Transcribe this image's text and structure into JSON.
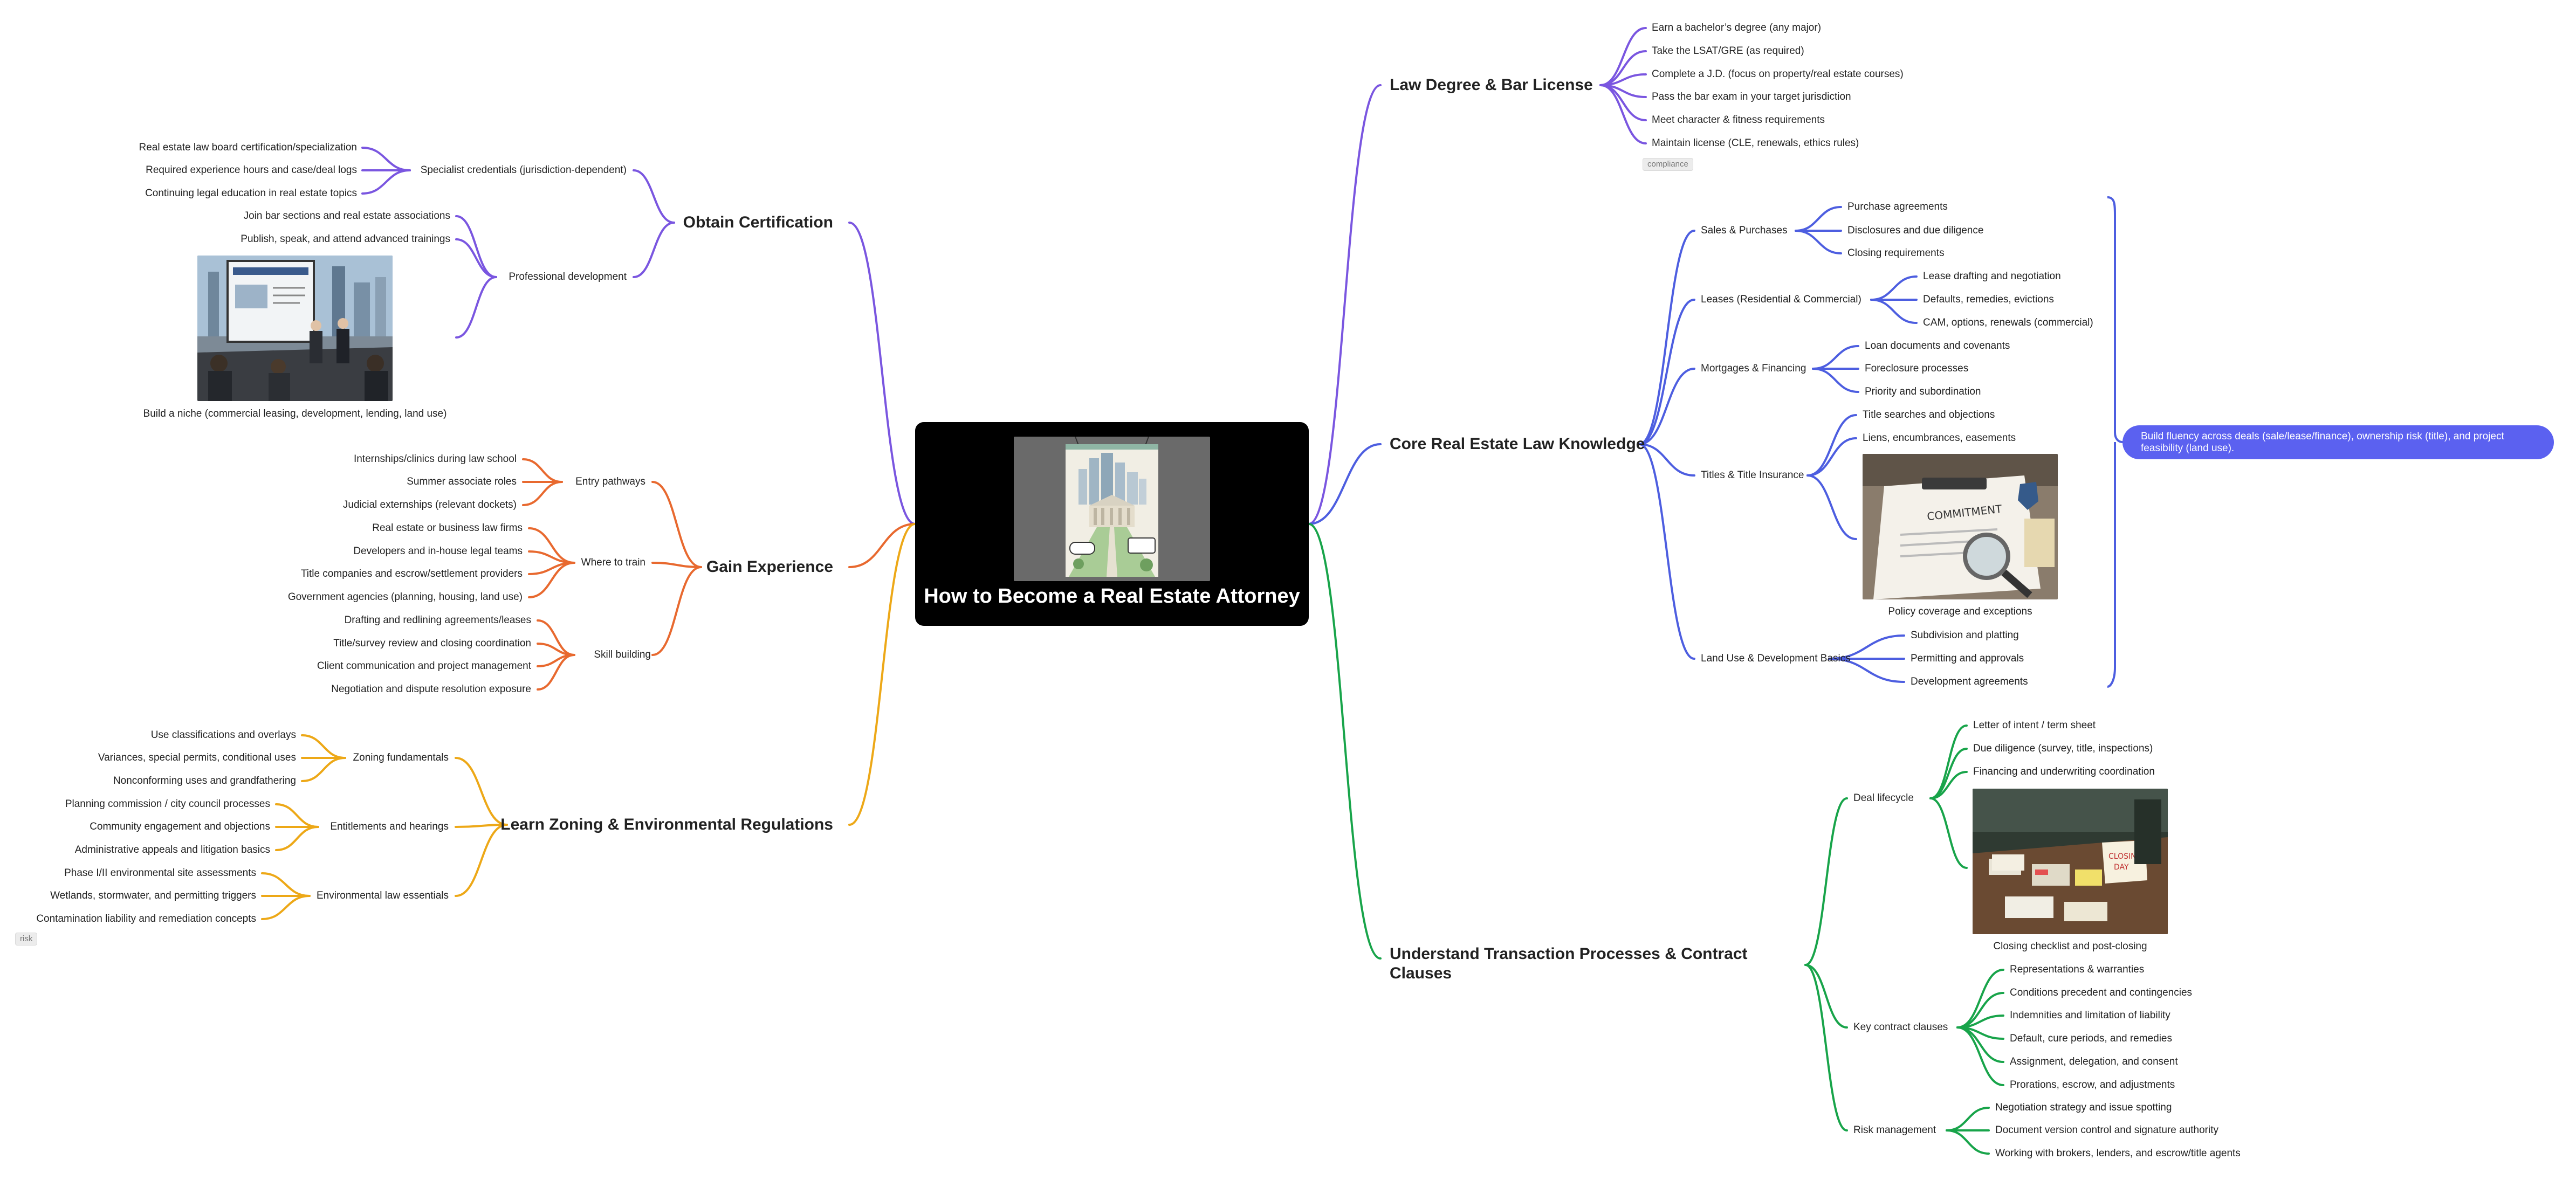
{
  "central": {
    "title": "How to Become a Real Estate Attorney",
    "image_icon": "city-courthouse-illustration"
  },
  "colors": {
    "law_degree": "#7a56e0",
    "core_knowledge": "#4d5ee0",
    "transactions": "#18a44a",
    "certification": "#7a56e0",
    "experience": "#e8692f",
    "zoning": "#eda817",
    "summary": "#5b61f0"
  },
  "law_degree": {
    "title": "Law Degree & Bar License",
    "items": [
      "Earn a bachelor’s degree (any major)",
      "Take the LSAT/GRE (as required)",
      "Complete a J.D. (focus on property/real estate courses)",
      "Pass the bar exam in your target jurisdiction",
      "Meet character & fitness requirements",
      "Maintain license (CLE, renewals, ethics rules)"
    ],
    "tag": "compliance"
  },
  "core": {
    "title": "Core Real Estate Law Knowledge",
    "sales": {
      "label": "Sales & Purchases",
      "items": [
        "Purchase agreements",
        "Disclosures and due diligence",
        "Closing requirements"
      ]
    },
    "leases": {
      "label": "Leases (Residential & Commercial)",
      "items": [
        "Lease drafting and negotiation",
        "Defaults, remedies, evictions",
        "CAM, options, renewals (commercial)"
      ]
    },
    "mortgages": {
      "label": "Mortgages & Financing",
      "items": [
        "Loan documents and covenants",
        "Foreclosure processes",
        "Priority and subordination"
      ]
    },
    "titles": {
      "label": "Titles & Title Insurance",
      "items": [
        "Title searches and objections",
        "Liens, encumbrances, easements"
      ],
      "image_caption": "Policy coverage and exceptions",
      "image_icon": "title-commitment-document-illustration"
    },
    "landuse": {
      "label": "Land Use & Development Basics",
      "items": [
        "Subdivision and platting",
        "Permitting and approvals",
        "Development agreements"
      ]
    },
    "summary": "Build fluency across deals (sale/lease/finance), ownership risk (title), and project feasibility (land use)."
  },
  "transactions": {
    "title": "Understand Transaction Processes & Contract Clauses",
    "lifecycle": {
      "label": "Deal lifecycle",
      "items": [
        "Letter of intent / term sheet",
        "Due diligence (survey, title, inspections)",
        "Financing and underwriting coordination"
      ],
      "image_caption": "Closing checklist and post-closing",
      "image_icon": "closing-day-table-illustration"
    },
    "clauses": {
      "label": "Key contract clauses",
      "items": [
        "Representations & warranties",
        "Conditions precedent and contingencies",
        "Indemnities and limitation of liability",
        "Default, cure periods, and remedies",
        "Assignment, delegation, and consent",
        "Prorations, escrow, and adjustments"
      ]
    },
    "risk": {
      "label": "Risk management",
      "items": [
        "Negotiation strategy and issue spotting",
        "Document version control and signature authority",
        "Working with brokers, lenders, and escrow/title agents"
      ]
    }
  },
  "certification": {
    "title": "Obtain Certification",
    "specialist": {
      "label": "Specialist credentials (jurisdiction-dependent)",
      "items": [
        "Real estate law board certification/specialization",
        "Required experience hours and case/deal logs",
        "Continuing legal education in real estate topics"
      ]
    },
    "development": {
      "label": "Professional development",
      "items": [
        "Join bar sections and real estate associations",
        "Publish, speak, and attend advanced trainings"
      ],
      "image_caption": "Build a niche (commercial leasing, development, lending, land use)",
      "image_icon": "conference-presentation-illustration"
    }
  },
  "experience": {
    "title": "Gain Experience",
    "entry": {
      "label": "Entry pathways",
      "items": [
        "Internships/clinics during law school",
        "Summer associate roles",
        "Judicial externships (relevant dockets)"
      ]
    },
    "train": {
      "label": "Where to train",
      "items": [
        "Real estate or business law firms",
        "Developers and in-house legal teams",
        "Title companies and escrow/settlement providers",
        "Government agencies (planning, housing, land use)"
      ]
    },
    "skills": {
      "label": "Skill building",
      "items": [
        "Drafting and redlining agreements/leases",
        "Title/survey review and closing coordination",
        "Client communication and project management",
        "Negotiation and dispute resolution exposure"
      ]
    }
  },
  "zoning": {
    "title": "Learn Zoning & Environmental Regulations",
    "fundamentals": {
      "label": "Zoning fundamentals",
      "items": [
        "Use classifications and overlays",
        "Variances, special permits, conditional uses",
        "Nonconforming uses and grandfathering"
      ]
    },
    "entitlements": {
      "label": "Entitlements and hearings",
      "items": [
        "Planning commission / city council processes",
        "Community engagement and objections",
        "Administrative appeals and litigation basics"
      ]
    },
    "environmental": {
      "label": "Environmental law essentials",
      "items": [
        "Phase I/II environmental site assessments",
        "Wetlands, stormwater, and permitting triggers",
        "Contamination liability and remediation concepts"
      ]
    },
    "tag": "risk"
  }
}
